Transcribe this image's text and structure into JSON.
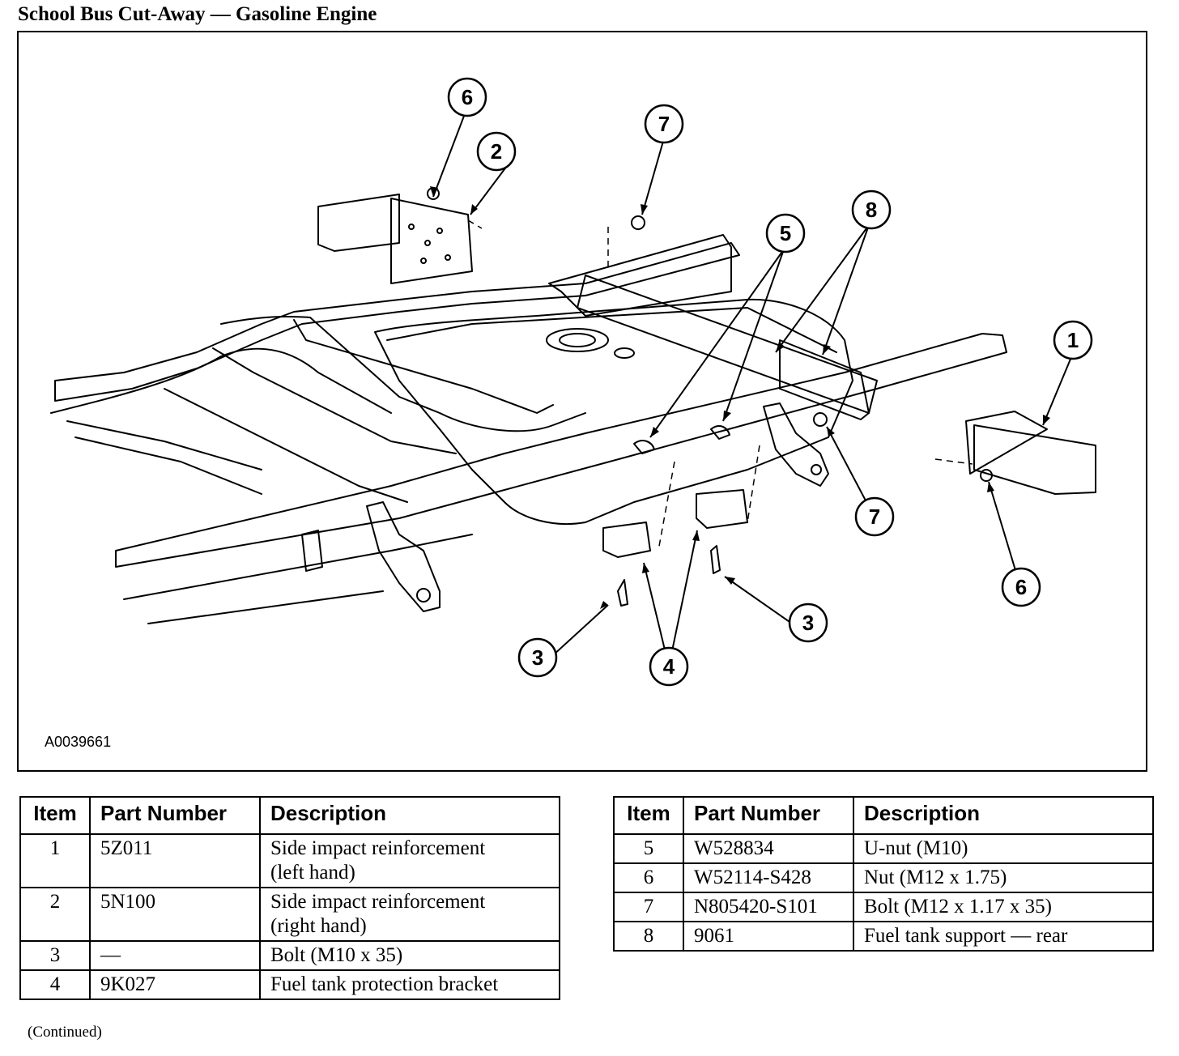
{
  "title": "School Bus Cut-Away — Gasoline Engine",
  "figure_id": "A0039661",
  "callouts": [
    {
      "label": "6"
    },
    {
      "label": "2"
    },
    {
      "label": "7"
    },
    {
      "label": "5"
    },
    {
      "label": "8"
    },
    {
      "label": "1"
    },
    {
      "label": "7"
    },
    {
      "label": "6"
    },
    {
      "label": "3"
    },
    {
      "label": "3"
    },
    {
      "label": "4"
    }
  ],
  "tables": [
    {
      "headers": [
        "Item",
        "Part Number",
        "Description"
      ],
      "rows": [
        {
          "item": "1",
          "part": "5Z011",
          "desc": "Side impact reinforcement",
          "desc2": "(left hand)"
        },
        {
          "item": "2",
          "part": "5N100",
          "desc": "Side impact reinforcement",
          "desc2": "(right hand)"
        },
        {
          "item": "3",
          "part": "—",
          "desc": "Bolt (M10 x 35)",
          "desc2": ""
        },
        {
          "item": "4",
          "part": "9K027",
          "desc": "Fuel tank protection bracket",
          "desc2": ""
        }
      ]
    },
    {
      "headers": [
        "Item",
        "Part Number",
        "Description"
      ],
      "rows": [
        {
          "item": "5",
          "part": "W528834",
          "desc": "U-nut (M10)",
          "desc2": ""
        },
        {
          "item": "6",
          "part": "W52114-S428",
          "desc": "Nut (M12 x 1.75)",
          "desc2": ""
        },
        {
          "item": "7",
          "part": "N805420-S101",
          "desc": "Bolt (M12 x 1.17 x 35)",
          "desc2": ""
        },
        {
          "item": "8",
          "part": "9061",
          "desc": "Fuel tank support — rear",
          "desc2": ""
        }
      ]
    }
  ],
  "footnote": "(Continued)"
}
